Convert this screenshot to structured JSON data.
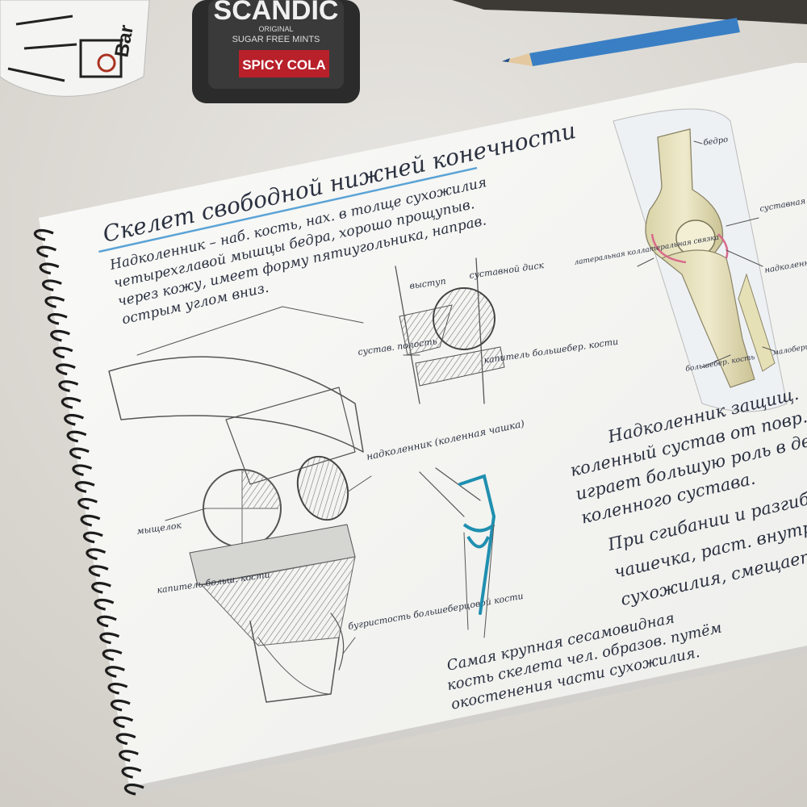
{
  "tin": {
    "brand": "SCANDIC",
    "sub1": "ORIGINAL",
    "sub2": "SUGAR FREE MINTS",
    "flavor": "SPICY COLA"
  },
  "cup": {
    "text": "Bar"
  },
  "sketchbook": {
    "title": "Скелет свободной нижней конечности",
    "paragraph": [
      "Надколенник – наб. кость, нах. в толще сухожилия",
      "четырехглавой мышцы бедра, хорошо прощупыв.",
      "через кожу, имеет форму пятиугольника, направ.",
      "острым углом вниз."
    ],
    "labels": {
      "joint_top": "выступ",
      "joint_disc": "суставной диск",
      "joint_cavity": "сустав. полость",
      "tibia_head": "капитель большебер. кости",
      "kneecap": "надколенник (коленная чашка)",
      "condyle": "мыщелок",
      "tibia_cap": "капитель больш. кости",
      "tuberosity": "бугристость большеберцовой кости",
      "femur": "бедро",
      "joint_surface": "суставная пов.",
      "lateral_ligament": "латеральная коллатеральная связка",
      "kneecap_right": "надколенник",
      "tibia_right": "большебер. кость",
      "fibula_right": "малоберц."
    },
    "right_text": [
      "Надколенник защищ.",
      "коленный сустав от повр.",
      "играет большую роль в дви",
      "коленного сустава.",
      "При сгибании и разгиб.",
      "чашечка, раст. внутри",
      "сухожилия, смещается"
    ],
    "bottom_text": [
      "Самая крупная сесамовидная",
      "кость скелета чел. образов. путём",
      "окостенения части сухожилия."
    ]
  }
}
